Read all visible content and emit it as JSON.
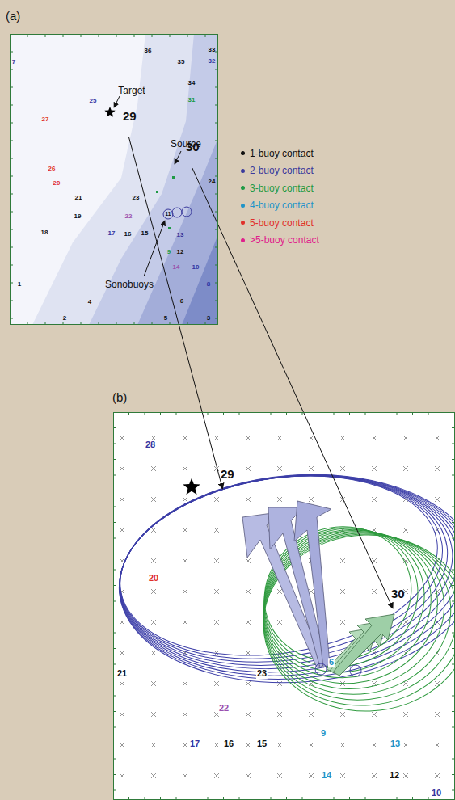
{
  "diagram": {
    "nodes": [
      {
        "text": [
          "(a)"
        ]
      },
      {
        "text": [
          "(b)"
        ]
      },
      {
        "text": [
          "29"
        ],
        "in": 0
      },
      {
        "text": [
          "30"
        ],
        "in": 0
      },
      {
        "text": [
          "29"
        ],
        "in": 1
      },
      {
        "text": [
          "30"
        ],
        "in": 1
      }
    ],
    "edges": [
      {
        "from": 2,
        "to": 4,
        "arrow": "to"
      },
      {
        "from": 3,
        "to": 5,
        "arrow": "to"
      }
    ],
    "labels": [
      "Target",
      "Source",
      "Sonobuoys",
      "36",
      "35",
      "33",
      "32",
      "7",
      "34",
      "31",
      "25",
      "27",
      "26",
      "20",
      "21",
      "23",
      "22",
      "24",
      "19",
      "18",
      "17",
      "16",
      "15",
      "13",
      "12",
      "14",
      "10",
      "9",
      "8",
      "1",
      "4",
      "6",
      "5",
      "3",
      "2",
      "11",
      "28",
      "20",
      "21",
      "23",
      "22",
      "6",
      "9",
      "17",
      "16",
      "15",
      "13",
      "14",
      "12",
      "10"
    ],
    "legend": [
      {
        "text": "1-buoy contact",
        "color": "#111111"
      },
      {
        "text": "2-buoy contact",
        "color": "#3a3a9c"
      },
      {
        "text": "3-buoy contact",
        "color": "#1f9a45"
      },
      {
        "text": "4-buoy contact",
        "color": "#1f94c8"
      },
      {
        "text": "5-buoy contact",
        "color": "#e0302a"
      },
      {
        "text": ">5-buoy contact",
        "color": "#e0208c"
      }
    ]
  }
}
